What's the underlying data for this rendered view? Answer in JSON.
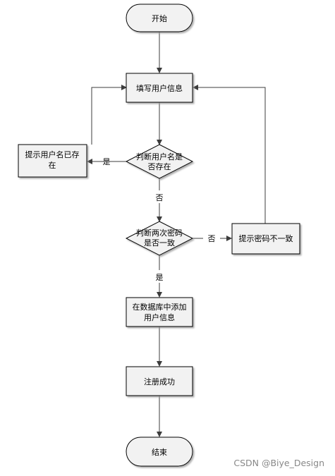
{
  "nodes": {
    "start": "开始",
    "fill_info": "填写用户信息",
    "check_user": [
      "判断用户名是",
      "否存在"
    ],
    "user_exists": [
      "提示用户名已存",
      "在"
    ],
    "check_pwd": [
      "判断两次密码",
      "是否一致"
    ],
    "pwd_mismatch": "提示密码不一致",
    "add_db": [
      "在数据库中添加",
      "用户信息"
    ],
    "success": "注册成功",
    "end": "结束"
  },
  "edges": {
    "yes": "是",
    "no": "否"
  },
  "watermark": "CSDN @Biye_Design",
  "colors": {
    "shape_fill": "#f2f2f2",
    "stroke": "#000000",
    "line": "#3c3c3c"
  }
}
